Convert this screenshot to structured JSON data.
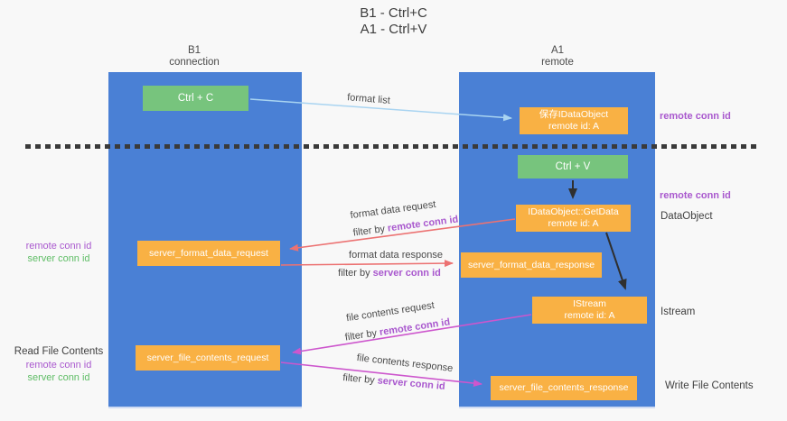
{
  "title": {
    "line1": "B1 - Ctrl+C",
    "line2": "A1 - Ctrl+V"
  },
  "columns": {
    "left": {
      "name": "B1",
      "subtitle": "connection"
    },
    "right": {
      "name": "A1",
      "subtitle": "remote"
    }
  },
  "nodes": {
    "ctrl_c": {
      "label": "Ctrl + C"
    },
    "ctrl_v": {
      "label": "Ctrl + V"
    },
    "save_idataobject": {
      "line1": "保存IDataObject",
      "line2": "remote id: A"
    },
    "idataobject_getdata": {
      "line1": "IDataObject::GetData",
      "line2": "remote id: A"
    },
    "istream": {
      "line1": "IStream",
      "line2": "remote id: A"
    },
    "server_format_data_request": {
      "label": "server_format_data_request"
    },
    "server_format_data_response": {
      "label": "server_format_data_response"
    },
    "server_file_contents_request": {
      "label": "server_file_contents_request"
    },
    "server_file_contents_response": {
      "label": "server_file_contents_response"
    }
  },
  "arrow_labels": {
    "format_list": "format list",
    "format_data_request": "format data request",
    "format_data_response": "format data response",
    "file_contents_request": "file contents request",
    "file_contents_response": "file contents response",
    "filter_by": "filter by ",
    "remote_conn_id": "remote conn id",
    "server_conn_id": "server conn id"
  },
  "side_labels": {
    "left": {
      "remote_conn_id": "remote conn id",
      "server_conn_id": "server conn id",
      "read_file_contents": "Read File Contents"
    },
    "right": {
      "remote_conn_id_top": "remote conn id",
      "remote_conn_id_mid": "remote conn id",
      "dataobject": "DataObject",
      "istream": "Istream",
      "write_file_contents": "Write File Contents"
    }
  },
  "colors": {
    "column_blue": "#4a80d5",
    "box_green": "#77c47d",
    "box_orange": "#f9b144",
    "arrow_lightblue": "#a9d4f1",
    "arrow_red": "#ec7272",
    "arrow_magenta": "#cd56cd",
    "arrow_black": "#2f2f2f",
    "text_purple": "#a958ce",
    "text_green": "#5fbd66"
  }
}
